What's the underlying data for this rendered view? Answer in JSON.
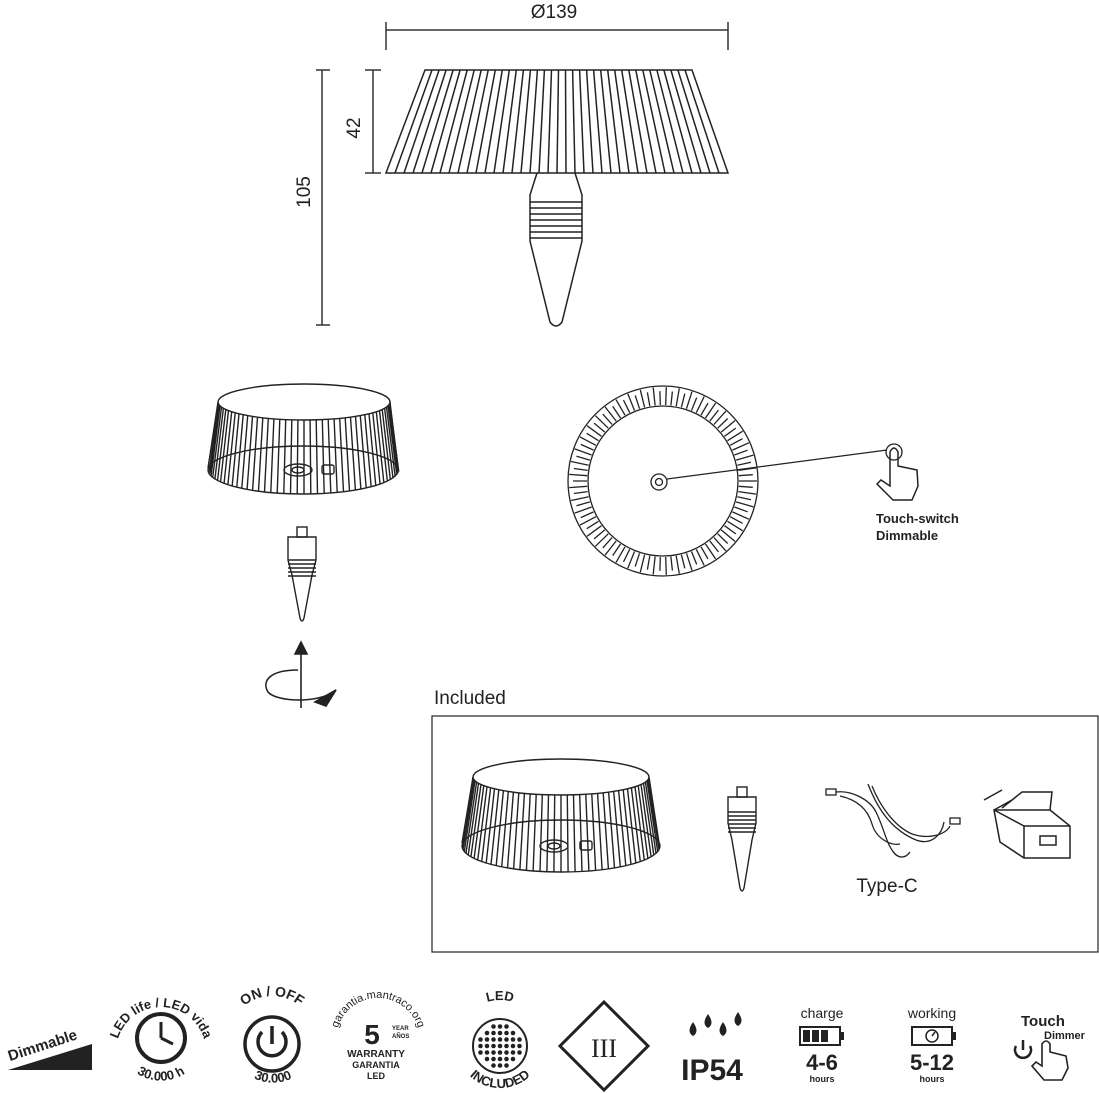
{
  "dimensions": {
    "diameter": "Ø139",
    "shade_height": "42",
    "total_height": "105"
  },
  "touch_label": {
    "line1": "Touch-switch",
    "line2": "Dimmable"
  },
  "included": {
    "title": "Included",
    "cable_label": "Type-C"
  },
  "icons": {
    "dimmable": "Dimmable",
    "led_life": {
      "arc": "LED life / LED vida",
      "hours": "30.000 h"
    },
    "on_off": {
      "arc": "ON / OFF",
      "cycles": "30.000"
    },
    "warranty": {
      "url": "garantia.mantraco.org",
      "years": "5",
      "year_small1": "YEAR",
      "year_small2": "AÑOS",
      "line1": "WARRANTY",
      "line2": "GARANTIA",
      "line3": "LED"
    },
    "led_included": {
      "top": "LED",
      "bottom": "INCLUDED"
    },
    "class3": "III",
    "ip": "IP54",
    "charge": {
      "label": "charge",
      "value": "4-6",
      "unit": "hours"
    },
    "working": {
      "label": "working",
      "value": "5-12",
      "unit": "hours"
    },
    "touch": {
      "line1": "Touch",
      "line2": "Dimmer"
    }
  },
  "colors": {
    "line": "#222222",
    "dim_line": "#333333"
  }
}
